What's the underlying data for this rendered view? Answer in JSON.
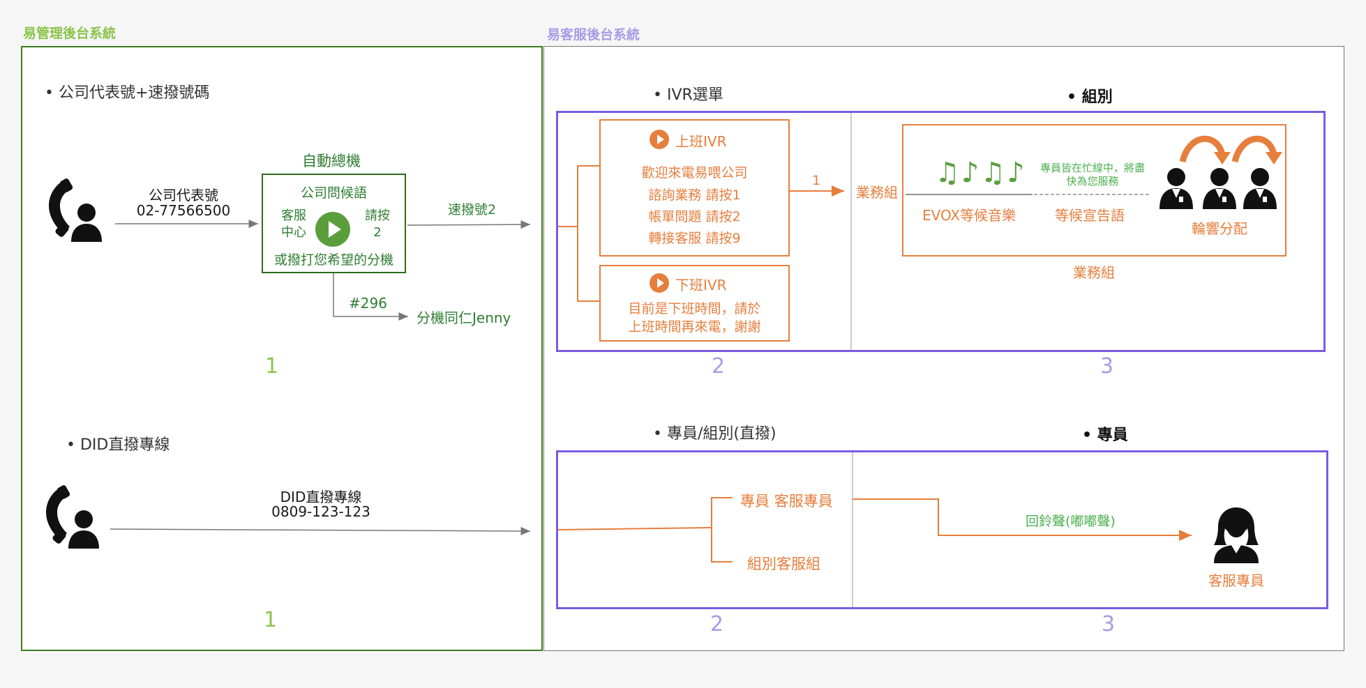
{
  "left_panel": {
    "title": "易管理後台系統",
    "section1": {
      "bullet": "公司代表號+速撥號碼",
      "caller_label": "公司代表號",
      "caller_number": "02-77566500",
      "ivr_box_title": "自動總機",
      "greeting_label": "公司問候語",
      "cs_center": "客服\n中心",
      "press_label": "請按\n2",
      "dial_ext_label": "或撥打您希望的分機",
      "speed_dial_label": "速撥號2",
      "ext_code": "#296",
      "ext_target": "分機同仁Jenny",
      "step_number": "1"
    },
    "section2": {
      "bullet": "DID直撥專線",
      "did_label": "DID直撥專線",
      "did_number": "0809-123-123",
      "step_number": "1"
    }
  },
  "right_panel": {
    "title": "易客服後台系統",
    "top": {
      "ivr_bullet": "IVR選單",
      "group_bullet": "組別",
      "day_ivr_title": "上班IVR",
      "day_ivr_lines": [
        "歡迎來電易喂公司",
        "諮詢業務 請按1",
        "帳單問題 請按2",
        "轉接客服 請按9"
      ],
      "night_ivr_title": "下班IVR",
      "night_ivr_lines": [
        "目前是下班時間，請於",
        "上班時間再來電，謝謝"
      ],
      "key_1": "1",
      "group_name": "業務組",
      "music_notes": "♫♪♫♪",
      "music_label": "EVOX等候音樂",
      "wait_message": "專員皆在忙線中，將盡\n快為您服務",
      "wait_label": "等候宣告語",
      "ring_label": "輪響分配",
      "group_caption": "業務組",
      "step_left": "2",
      "step_right": "3"
    },
    "bottom": {
      "agent_bullet": "專員/組別(直撥)",
      "agent_right_bullet": "專員",
      "option_agent": "專員 客服專員",
      "option_group": "組別客服組",
      "ringback_label": "回鈴聲(嘟嘟聲)",
      "agent_label": "客服專員",
      "step_left": "2",
      "step_right": "3"
    }
  },
  "colors": {
    "green_border": "#3a7d1e",
    "green_text": "#2e7d32",
    "light_green": "#8bc34a",
    "orange": "#e67e3c",
    "purple": "#7a5be0",
    "light_purple": "#a79be6",
    "gray_border": "#777777",
    "play_green": "#5a9e3c"
  }
}
